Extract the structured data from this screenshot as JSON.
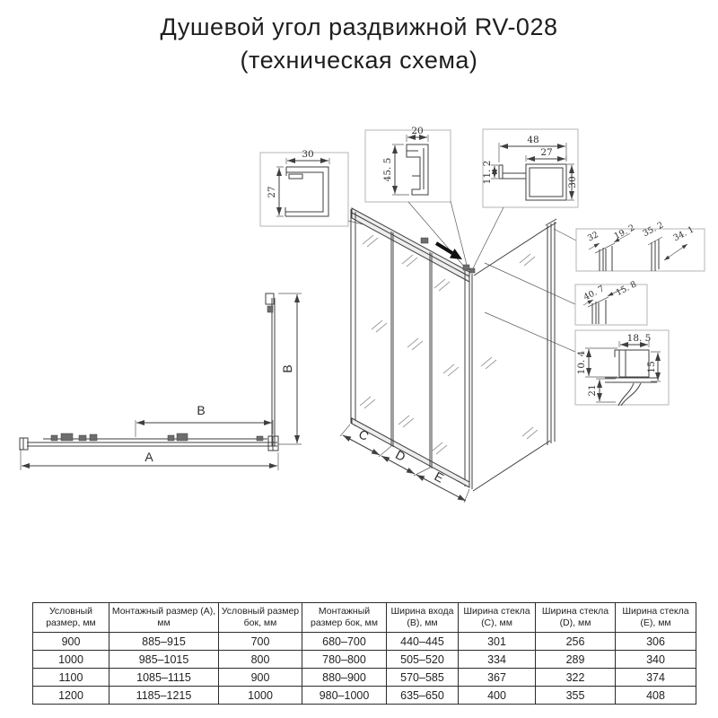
{
  "title": {
    "line1": "Душевой угол раздвижной RV-028",
    "line2": "(техническая схема)"
  },
  "drawing": {
    "profiles": {
      "door_frame": {
        "w": "30",
        "h": "27"
      },
      "top_rail": {
        "w": "20",
        "h": "45. 5"
      },
      "wall_profile": {
        "w_total": "48",
        "w_inner": "27",
        "h_hook": "11. 2",
        "h": "30"
      },
      "corner_detail": {
        "d1": "32",
        "d2": "19. 2",
        "d3": "35. 2",
        "d4": "34. 1"
      },
      "wall_detail": {
        "d1": "40. 7",
        "d2": "15. 8"
      },
      "bottom_rail_detail": {
        "d1": "10. 4",
        "d2": "18. 5",
        "d3": "15",
        "d4": "21"
      }
    },
    "dims": {
      "A": "A",
      "B": "B",
      "C": "C",
      "D": "D",
      "E": "E"
    }
  },
  "table": {
    "headers": [
      "Условный размер, мм",
      "Монтажный размер (А), мм",
      "Условный размер бок, мм",
      "Монтажный размер бок, мм",
      "Ширина входа (B), мм",
      "Ширина стекла (C), мм",
      "Ширина стекла (D), мм",
      "Ширина стекла (E), мм"
    ],
    "rows": [
      [
        "900",
        "885–915",
        "700",
        "680–700",
        "440–445",
        "301",
        "256",
        "306"
      ],
      [
        "1000",
        "985–1015",
        "800",
        "780–800",
        "505–520",
        "334",
        "289",
        "340"
      ],
      [
        "1100",
        "1085–1115",
        "900",
        "880–900",
        "570–585",
        "367",
        "322",
        "374"
      ],
      [
        "1200",
        "1185–1215",
        "1000",
        "980–1000",
        "635–650",
        "400",
        "355",
        "408"
      ]
    ]
  }
}
